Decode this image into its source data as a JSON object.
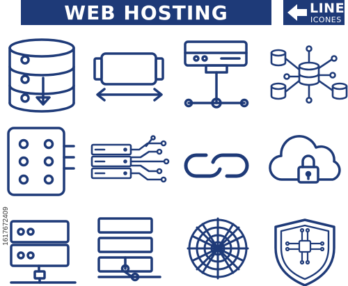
{
  "banner": {
    "title": "WEB HOSTING",
    "brand_line": "LINE",
    "brand_sub": "ICONES"
  },
  "stock_id": "1617672409",
  "colors": {
    "icon_stroke": "#1e3a78",
    "banner_bg": "#1e3a78",
    "banner_text": "#ffffff"
  },
  "icons": [
    "database-download-icon",
    "horizontal-scale-icon",
    "server-network-icon",
    "distributed-database-icon",
    "server-panel-icon",
    "server-circuit-icon",
    "chain-link-icon",
    "cloud-lock-icon",
    "server-rack-network-icon",
    "server-stack-network-icon",
    "spider-web-icon",
    "shield-circuit-icon"
  ]
}
